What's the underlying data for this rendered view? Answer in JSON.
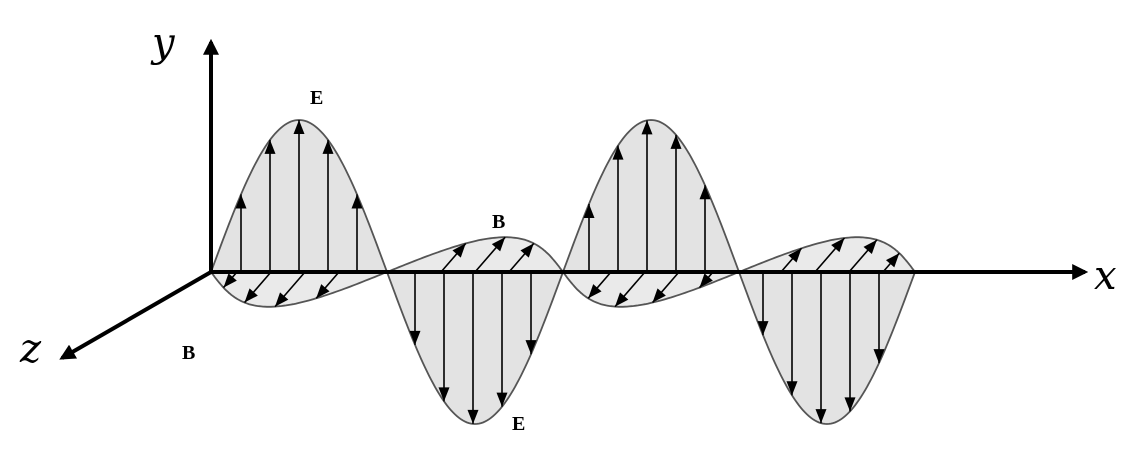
{
  "diagram": {
    "axes": {
      "x_label": "x",
      "y_label": "y",
      "z_label": "z"
    },
    "labels": {
      "e_top": "E",
      "e_bottom": "E",
      "b_top": "B",
      "b_bottom": "B"
    },
    "colors": {
      "ink": "#000000",
      "wave_fill": "#dcdcdc",
      "wave_stroke": "#555555",
      "background": "#ffffff"
    },
    "fields": {
      "electric_plane": "xy",
      "magnetic_plane": "xz",
      "wavelengths_shown": 2
    }
  }
}
